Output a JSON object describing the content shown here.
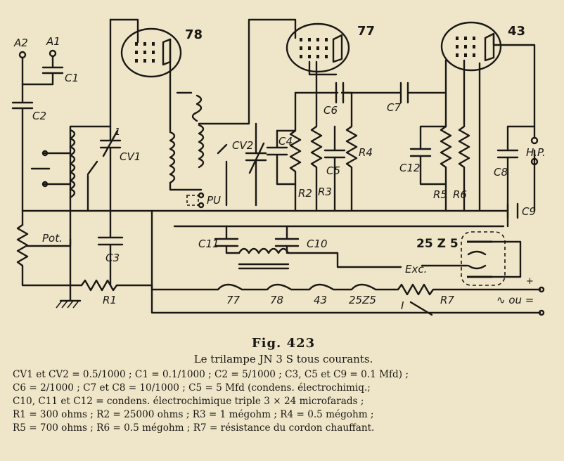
{
  "schematic": {
    "tubes": {
      "t78": "78",
      "t77": "77",
      "t43": "43",
      "rect": "25 Z 5"
    },
    "labels": {
      "a2": "A2",
      "a1": "A1",
      "c1": "C1",
      "c2": "C2",
      "cv1": "CV1",
      "cv2": "CV2",
      "pu": "PU",
      "pot": "Pot.",
      "c3": "C3",
      "r1": "R1",
      "c4": "C4",
      "c5": "C5",
      "c6": "C6",
      "c7": "C7",
      "c8": "C8",
      "c9": "C9",
      "c10": "C10",
      "c11": "C11",
      "c12": "C12",
      "r2": "R2",
      "r3": "R3",
      "r4": "R4",
      "r5": "R5",
      "r6": "R6",
      "r7": "R7",
      "hp": "H.P.",
      "exc": "Exc.",
      "fil77": "77",
      "fil78": "78",
      "fil43": "43",
      "fil25z5": "25Z5",
      "switch": "I",
      "mains": "∿ ou ="
    }
  },
  "caption": {
    "title": "Fig. 423",
    "subtitle": "Le trilampe JN 3 S tous courants.",
    "lines": [
      "CV1 et CV2 = 0.5/1000 ; C1 = 0.1/1000 ; C2 = 5/1000 ; C3, C5 et C9 = 0.1 Mfd) ;",
      "C6 = 2/1000 ; C7 et C8 = 10/1000 ; C5 = 5 Mfd (condens. électrochimiq.;",
      "C10, C11 et C12 = condens. électrochimique triple 3 × 24 microfarads ;",
      "R1 = 300 ohms ; R2 = 25000 ohms ; R3 = 1 mégohm ; R4 = 0.5 mégohm ;",
      "R5 = 700 ohms ; R6 = 0.5 mégohm ; R7 = résistance du cordon chauffant."
    ]
  }
}
